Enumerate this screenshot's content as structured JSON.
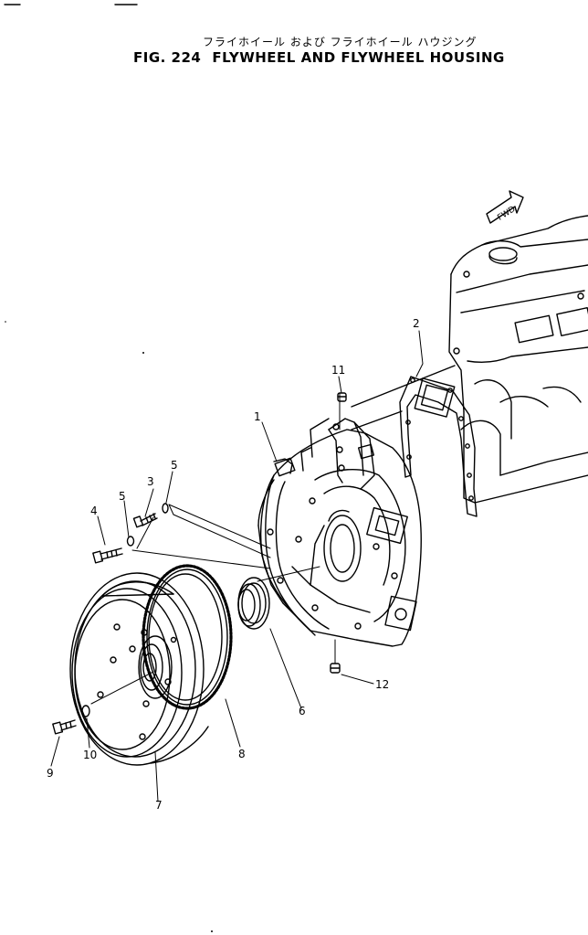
{
  "figure": {
    "title_jp": "フライホイール および フライホイール ハウジング",
    "number": "FIG. 224",
    "title": "FLYWHEEL AND FLYWHEEL HOUSING",
    "fwd_label": "FWD"
  },
  "callouts": [
    {
      "num": "1",
      "part": "flywheel-housing"
    },
    {
      "num": "2",
      "part": "housing-gasket"
    },
    {
      "num": "3",
      "part": "bolt"
    },
    {
      "num": "4",
      "part": "bolt"
    },
    {
      "num": "5",
      "part": "washer"
    },
    {
      "num": "5",
      "part": "washer"
    },
    {
      "num": "6",
      "part": "oil-seal"
    },
    {
      "num": "7",
      "part": "flywheel"
    },
    {
      "num": "8",
      "part": "ring-gear"
    },
    {
      "num": "9",
      "part": "bolt"
    },
    {
      "num": "10",
      "part": "washer"
    },
    {
      "num": "11",
      "part": "plug"
    },
    {
      "num": "12",
      "part": "plug"
    }
  ]
}
